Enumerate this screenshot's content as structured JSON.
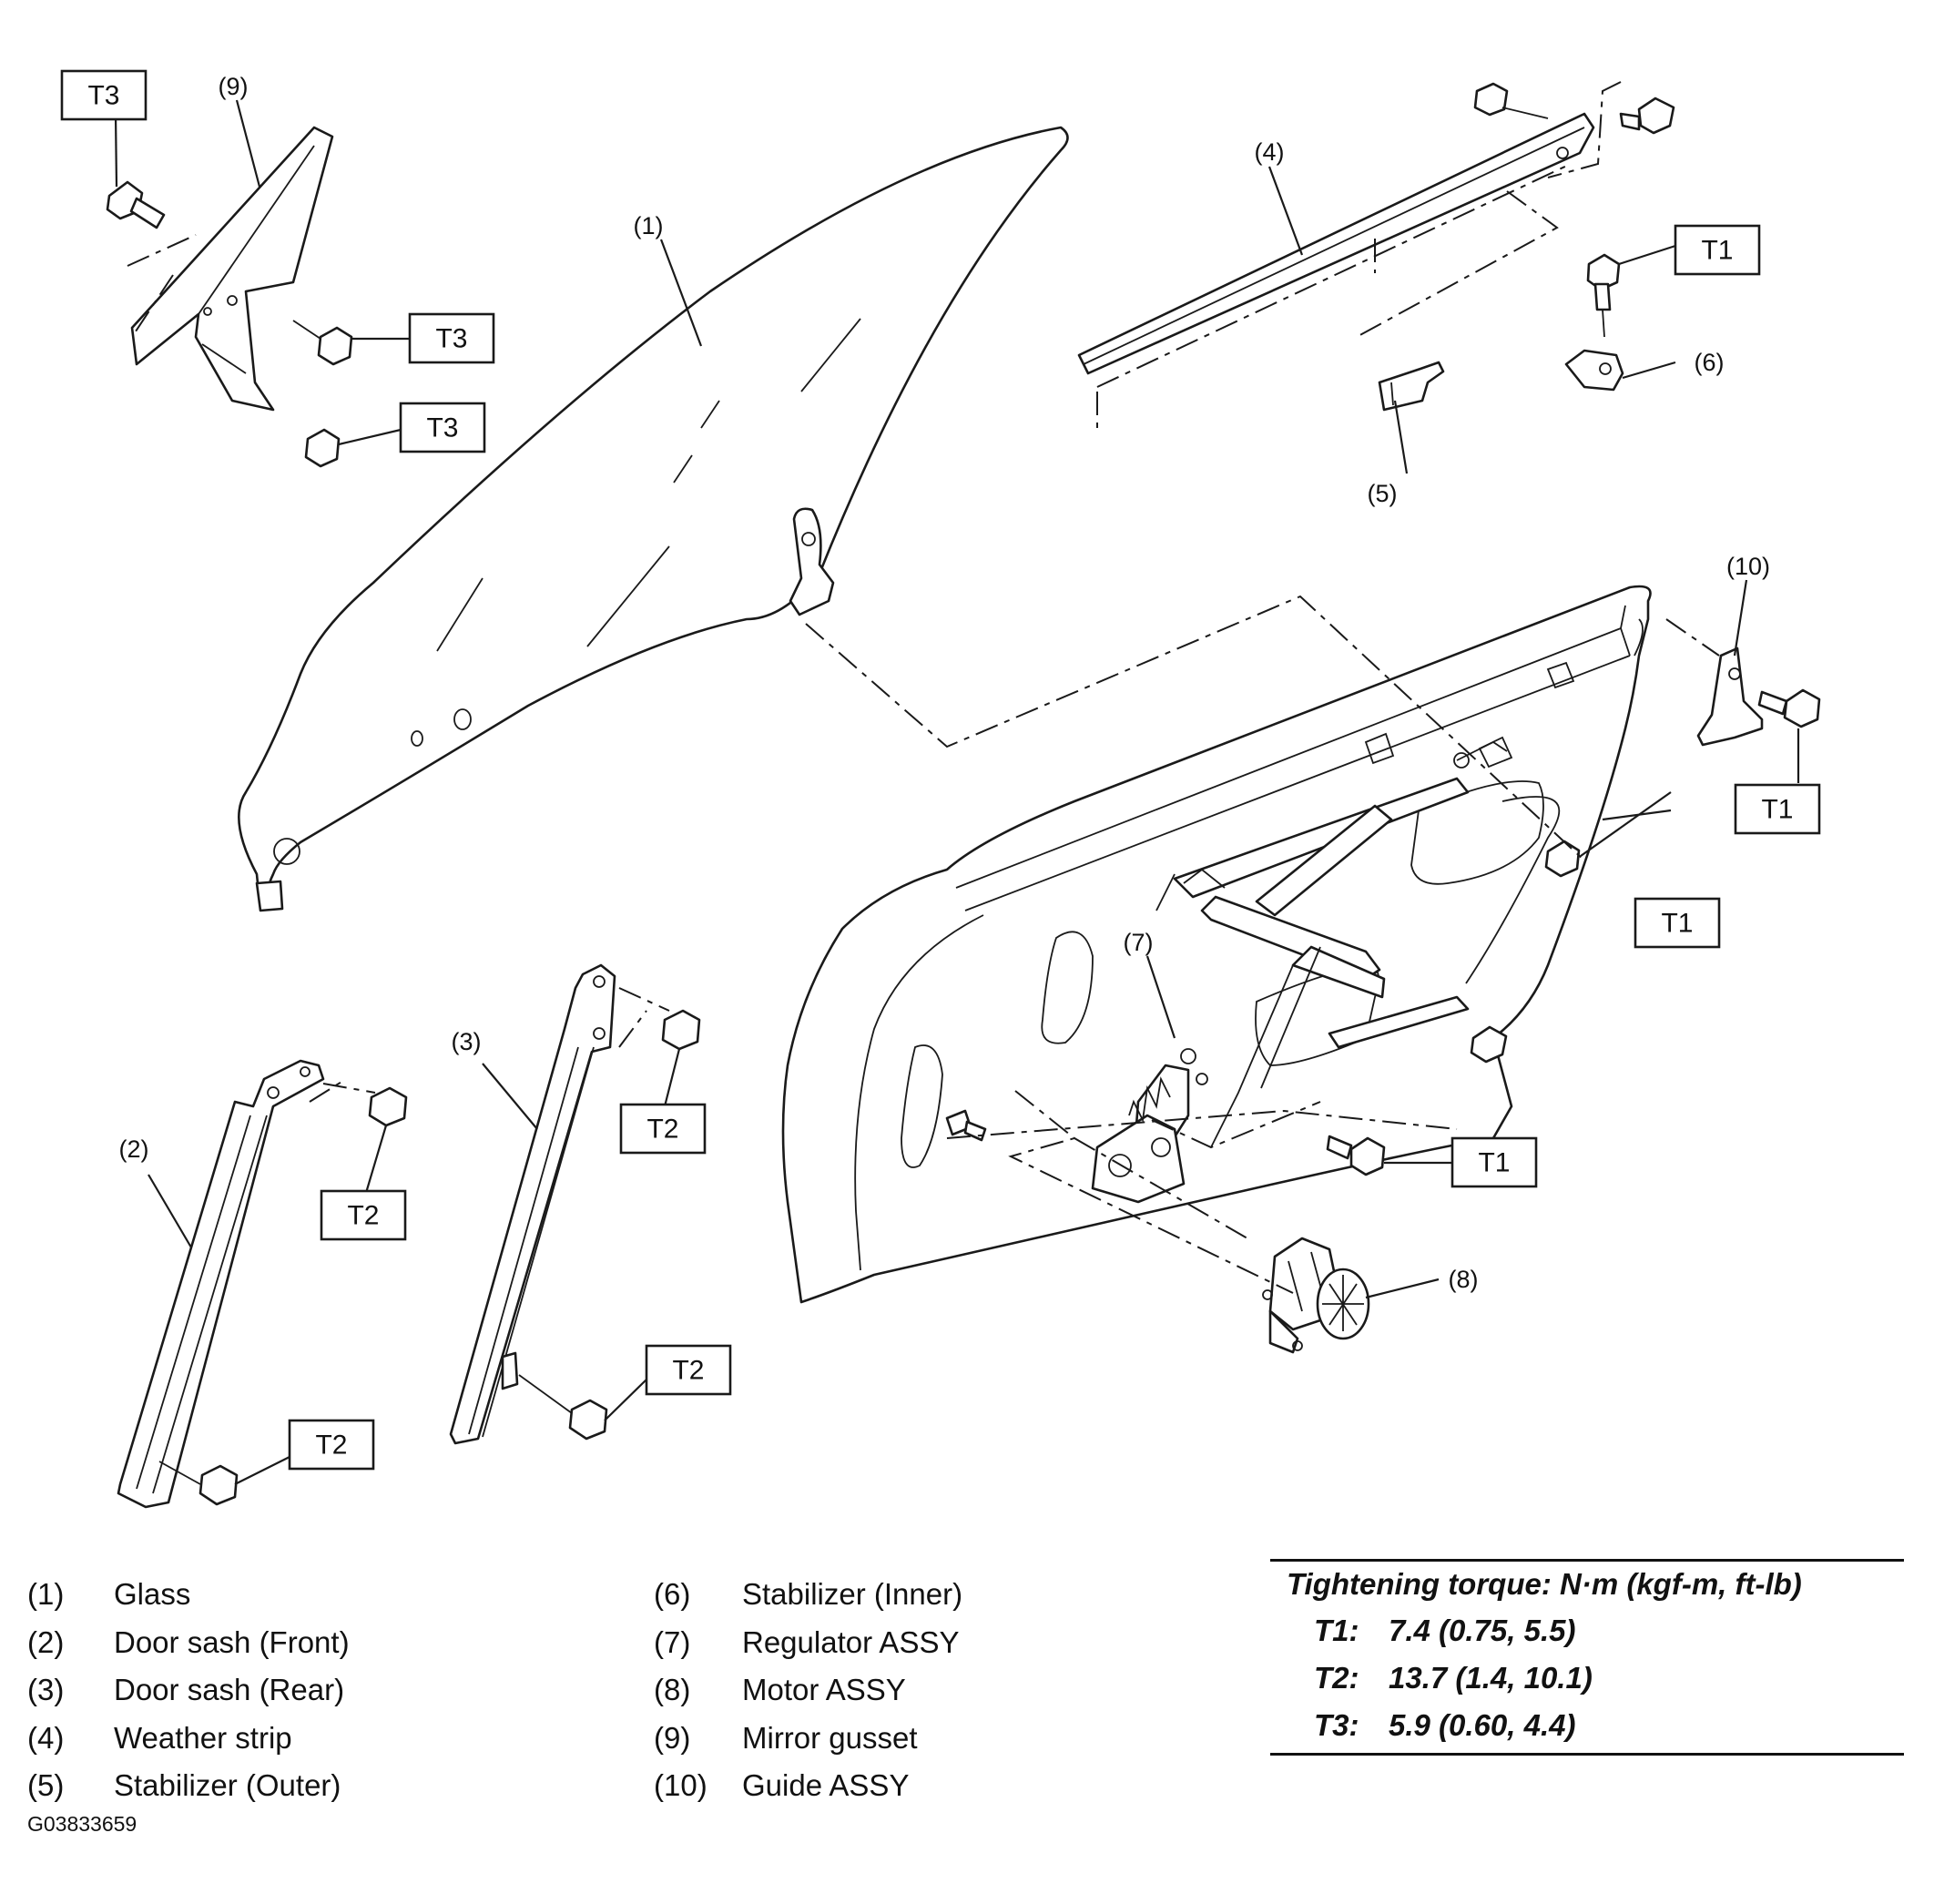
{
  "callouts": {
    "c1": "(1)",
    "c2": "(2)",
    "c3": "(3)",
    "c4": "(4)",
    "c5": "(5)",
    "c6": "(6)",
    "c7": "(7)",
    "c8": "(8)",
    "c9": "(9)",
    "c10": "(10)"
  },
  "torque_labels": {
    "t1": "T1",
    "t2": "T2",
    "t3": "T3"
  },
  "legend": [
    {
      "num": "(1)",
      "name": "Glass"
    },
    {
      "num": "(2)",
      "name": "Door sash (Front)"
    },
    {
      "num": "(3)",
      "name": "Door sash (Rear)"
    },
    {
      "num": "(4)",
      "name": "Weather strip"
    },
    {
      "num": "(5)",
      "name": "Stabilizer (Outer)"
    },
    {
      "num": "(6)",
      "name": "Stabilizer (Inner)"
    },
    {
      "num": "(7)",
      "name": "Regulator ASSY"
    },
    {
      "num": "(8)",
      "name": "Motor ASSY"
    },
    {
      "num": "(9)",
      "name": "Mirror gusset"
    },
    {
      "num": "(10)",
      "name": "Guide ASSY"
    }
  ],
  "torque_spec": {
    "title": "Tightening torque: N·m (kgf-m, ft-lb)",
    "rows": [
      {
        "key": "T1:",
        "value": "7.4 (0.75, 5.5)"
      },
      {
        "key": "T2:",
        "value": "13.7 (1.4, 10.1)"
      },
      {
        "key": "T3:",
        "value": "5.9 (0.60, 4.4)"
      }
    ]
  },
  "figure_id": "G03833659"
}
